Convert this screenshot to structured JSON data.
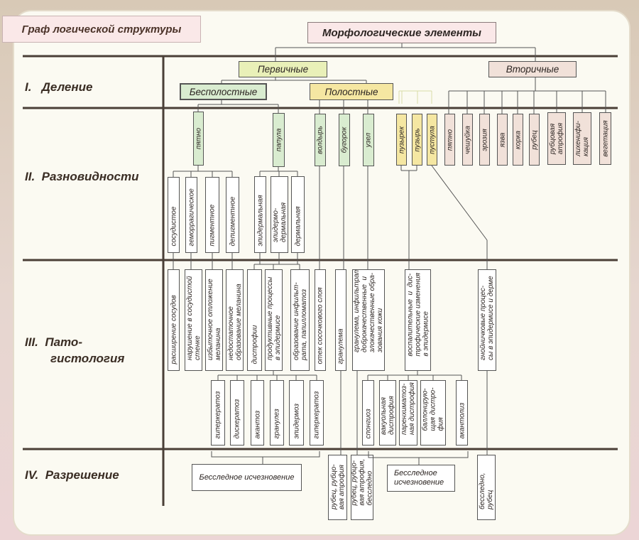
{
  "title": "Граф логической структуры",
  "root": "Морфологические элементы",
  "rows": [
    {
      "num": "I.",
      "label": "Деление"
    },
    {
      "num": "II.",
      "label": "Разновидности"
    },
    {
      "num": "III.",
      "label": "Пато-",
      "label2": "гистология"
    },
    {
      "num": "IV.",
      "label": "Разрешение"
    }
  ],
  "division": {
    "primary": "Первичные",
    "secondary": "Вторичные",
    "cavityless": "Бесполостные",
    "cavity": "Полостные"
  },
  "primary_elements": [
    "пятно",
    "папула",
    "волдырь",
    "бугорок",
    "узел",
    "пузырек",
    "пузырь",
    "пустула"
  ],
  "secondary_elements": [
    "пятно",
    "чешуйка",
    "эрозия",
    "язва",
    "корка",
    "рубец",
    "рубцовая\nатрофия",
    "лихенифи-\nкация",
    "вегетация"
  ],
  "spot_varieties": [
    "сосудистое",
    "геморрагическое",
    "пигментное",
    "депигментное"
  ],
  "papule_varieties": [
    "эпидермальная",
    "эпидермо-\nдермальная",
    "дермальная"
  ],
  "histology": [
    "расширение сосудов",
    "нарушение в сосудистой\nстенке",
    "избыточное отложение\nмеланина",
    "недостаточное\nобразование меланина",
    "дистрофии",
    "продуктивные процессы\nв эпидермисе",
    "образование инфильт-\nрата, папилломатоз",
    "отек сосочкового слоя",
    "гранулема",
    "гранулема, инфильтрат,\nдоброкачественные  и\nзлокачественные обра-\nзования кожи",
    "воспалительные  и  дис-\nтрофические изменения\nв эпидермисе",
    "гнойничковые процес-\nсы в эпидермисе и дерме"
  ],
  "papule_sub": [
    "гиперкератоз",
    "дискератоз",
    "акантоз",
    "гранулез",
    "эпидермоз",
    "гиперкератоз"
  ],
  "vesicle_sub": [
    "спонгиоз",
    "вакуольная\nдистрофия",
    "паренхиматоз-\nная дистрофия",
    "баллонирую-\nщая дистро-\nфия",
    "акантолиз"
  ],
  "resolution": {
    "traceless1": "Бесследное исчезновение",
    "scar1": "рубец, рубцо-\nвая атрофия",
    "scar2": "рубец, рубцо-\nвая атрофия,\nбесследно",
    "traceless2": "Бесследное\nисчезновение",
    "pustule_res": "бесследно,\nрубец"
  },
  "colors": {
    "primary": "#e9f0b8",
    "green": "#d9ecd0",
    "yellow": "#f5e7a2",
    "secondary": "#f1e1d9",
    "title_bg": "#fae8e8",
    "rule": "#4a3f37"
  }
}
